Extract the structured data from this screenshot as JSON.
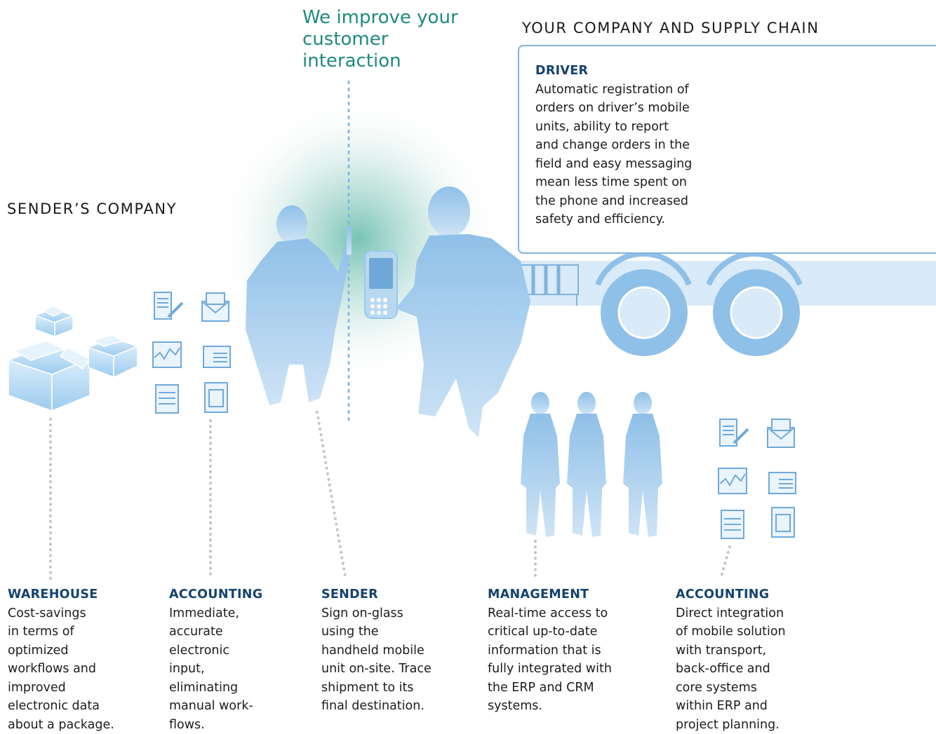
{
  "headings": {
    "tagline": "We improve your\ncustomer\ninteraction",
    "your_company": "YOUR COMPANY AND SUPPLY CHAIN",
    "senders_company": "SENDER’S COMPANY"
  },
  "driver": {
    "title": "DRIVER",
    "text": "Automatic registration of\norders on driver’s mobile\nunits, ability to report\nand change orders in the\nfield and easy messaging\nmean less time spent on\nthe phone and increased\nsafety and efficiency."
  },
  "roles": [
    {
      "title": "WAREHOUSE",
      "text": "Cost-savings\nin terms of\noptimized\nworkflows and\nimproved\nelectronic data\nabout a package."
    },
    {
      "title": "ACCOUNTING",
      "text": "Immediate,\naccurate\nelectronic\ninput,\neliminating\nmanual work-\nflows."
    },
    {
      "title": "SENDER",
      "text": "Sign on-glass\nusing the\nhandheld mobile\nunit on-site. Trace\nshipment to its\nfinal destination."
    },
    {
      "title": "MANAGEMENT",
      "text": "Real-time access to\ncritical up-to-date\ninformation that is\nfully integrated with\nthe ERP and CRM\nsystems."
    },
    {
      "title": "ACCOUNTING",
      "text": "Direct integration\nof mobile solution\nwith transport,\nback-office and\ncore systems\nwithin ERP and\nproject planning."
    }
  ],
  "colors": {
    "accent_teal": "#1e8a80",
    "title_navy": "#15426e",
    "illustration_blue": "#8fc0e8",
    "line_blue": "#7fb3de"
  },
  "icons": {
    "boxes": "cardboard-box-icon",
    "docs": [
      "spreadsheet-edit-icon",
      "mail-envelope-icon",
      "line-chart-icon",
      "folder-document-icon",
      "table-sheet-icon",
      "document-table-icon"
    ],
    "people": "person-silhouette-icon",
    "device": "handheld-device-icon",
    "truck": "truck-icon"
  }
}
